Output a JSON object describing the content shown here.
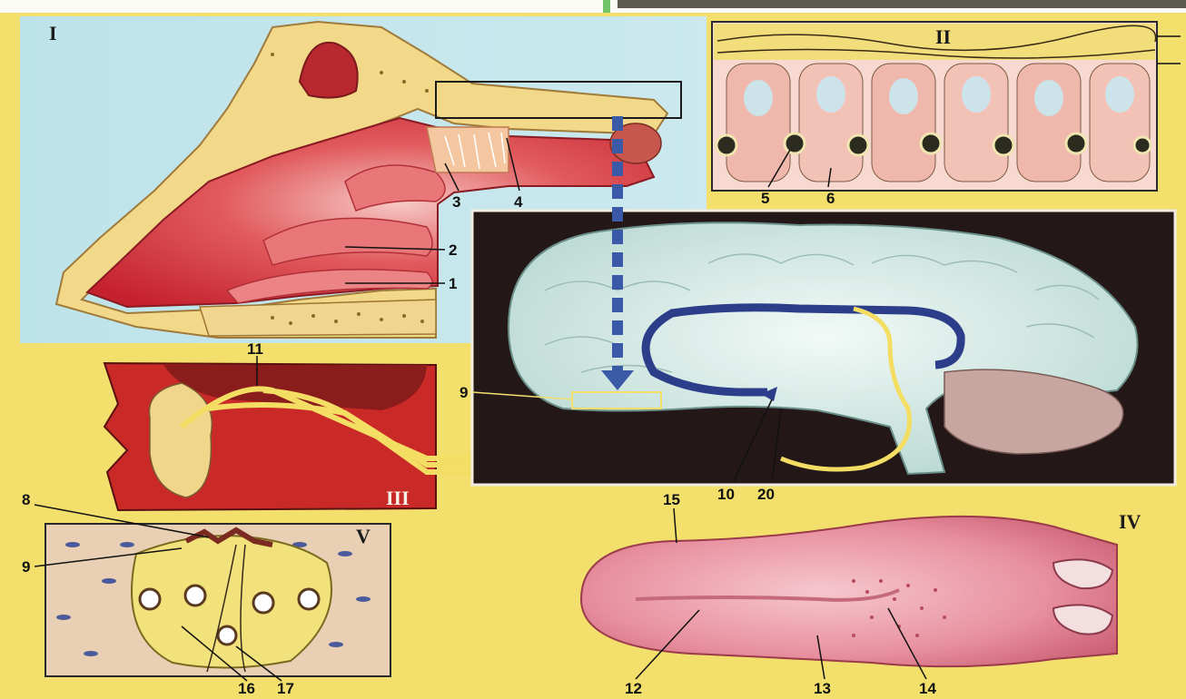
{
  "panels": {
    "nose": "I",
    "receptors": "II",
    "taste_nerves": "III",
    "tongue": "IV",
    "taste_bud": "V"
  },
  "labels": {
    "l1": "1",
    "l2": "2",
    "l3": "3",
    "l4": "4",
    "l5": "5",
    "l6": "6",
    "l8": "8",
    "l9_brain": "9",
    "l9_bud": "9",
    "l10": "10",
    "l11": "11",
    "l12": "12",
    "l13": "13",
    "l14": "14",
    "l15": "15",
    "l16": "16",
    "l17": "17",
    "l20": "20"
  },
  "colors": {
    "sky": "#bfe3ea",
    "yellow": "#f4e06a",
    "flesh_red": "#d8303a",
    "bone": "#f3dc8a",
    "brain": "#dff0ec",
    "dark_bg": "#231718",
    "tongue": "#e88ea0",
    "nerve_blue": "#2c3d8a",
    "nerve_yellow": "#f4dd63"
  }
}
